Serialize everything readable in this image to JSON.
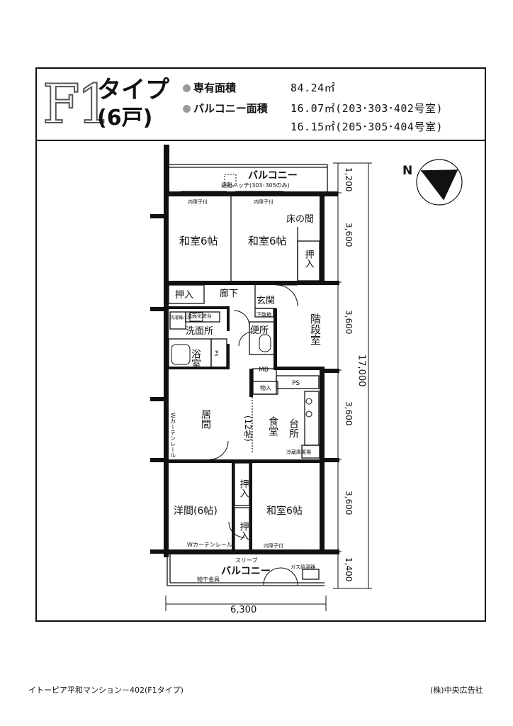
{
  "header": {
    "type_code": "F1",
    "type_word": "タイプ",
    "unit_count": "(6戸)",
    "specs": [
      {
        "label": "専有面積",
        "value": "84.24㎡"
      },
      {
        "label": "バルコニー面積",
        "value": "16.07㎡(203･303･402号室)"
      },
      {
        "label": "",
        "value": "16.15㎡(205･305･404号室)"
      }
    ]
  },
  "compass": {
    "label": "N"
  },
  "rooms": {
    "balcony_top": "バルコニー",
    "hatch": "避難ハッチ(303･305のみ)",
    "handrail_left": "内障子付",
    "handrail_right": "内障子付",
    "washitsu_left": "和室6帖",
    "washitsu_right": "和室6帖",
    "tokonoma": "床の間",
    "oshiire_1": "押入",
    "oshiire_2": "押入",
    "rouka": "廊下",
    "genkan": "玄関",
    "geta": "下駄箱",
    "senmenkesho": "洗面化粧台",
    "sentakuki": "洗濯機パン",
    "senmenjo": "洗面所",
    "benjo": "便所",
    "yokushitsu": "浴室",
    "ps_1": "PS",
    "ps_2": "PS",
    "mb": "MB",
    "monoire": "物入",
    "kaidan": "階段室",
    "kyoma": "居間",
    "curtain_left": "Wカーテンレール",
    "twelve": "(12帖)",
    "shokudo": "食堂",
    "daidokoro": "台所",
    "reizoko": "冷蔵庫置場",
    "oshiire_3": "押入",
    "oshiire_4": "押入",
    "yoma": "洋間(6帖)",
    "washitsu_bottom": "和室6帖",
    "curtain_bottom": "Wカーテンレール",
    "handrail_bottom": "内障子付",
    "sleeve": "スリーブ",
    "balcony_bottom": "バルコニー",
    "gas_heater": "ガス給湯器",
    "monohoshi": "物干金具"
  },
  "dimensions": {
    "d1": "1,200",
    "d2": "3,600",
    "d3": "3,600",
    "d4": "3,600",
    "d5": "3,600",
    "d6": "1,400",
    "total": "17,000",
    "width": "6,300"
  },
  "footer": {
    "left": "イトーピア平和マンション－402(F1タイプ)",
    "right": "(株)中央広告社"
  }
}
